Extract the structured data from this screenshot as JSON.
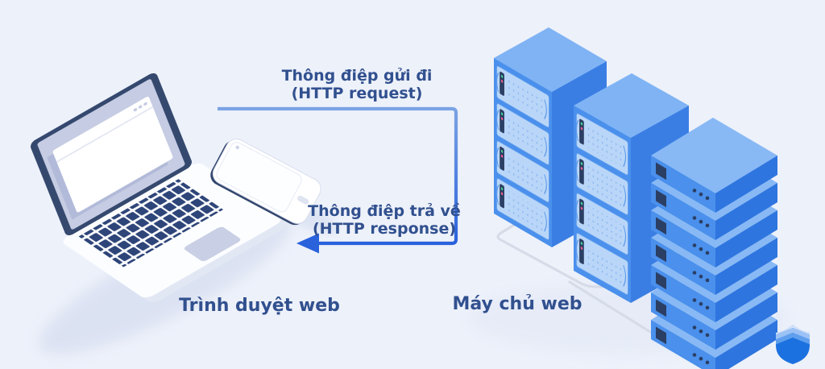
{
  "diagram": {
    "labels": {
      "request_line1": "Thông điệp gửi đi",
      "request_line2": "(HTTP request)",
      "response_line1": "Thông điệp trả về",
      "response_line2": "(HTTP response)",
      "browser": "Trình duyệt web",
      "server": "Máy chủ web"
    },
    "colors": {
      "background": "#edf1fa",
      "text_navy": "#31508f",
      "arrow_light": "#7ba3e3",
      "arrow_dark": "#2a62dc",
      "cable_gray": "#d6dbe8",
      "server_front_blue": "#4a90ec",
      "server_side_blue": "#3a7ee4",
      "server_top_blue": "#7fb3f4",
      "panel_light_blue": "#b9d6f8",
      "led_green": "#42d392",
      "led_red": "#f0608c",
      "laptop_navy": "#35496f",
      "shield_blue": "#1c71e0"
    },
    "icons": {
      "shield": "shield-icon"
    }
  }
}
